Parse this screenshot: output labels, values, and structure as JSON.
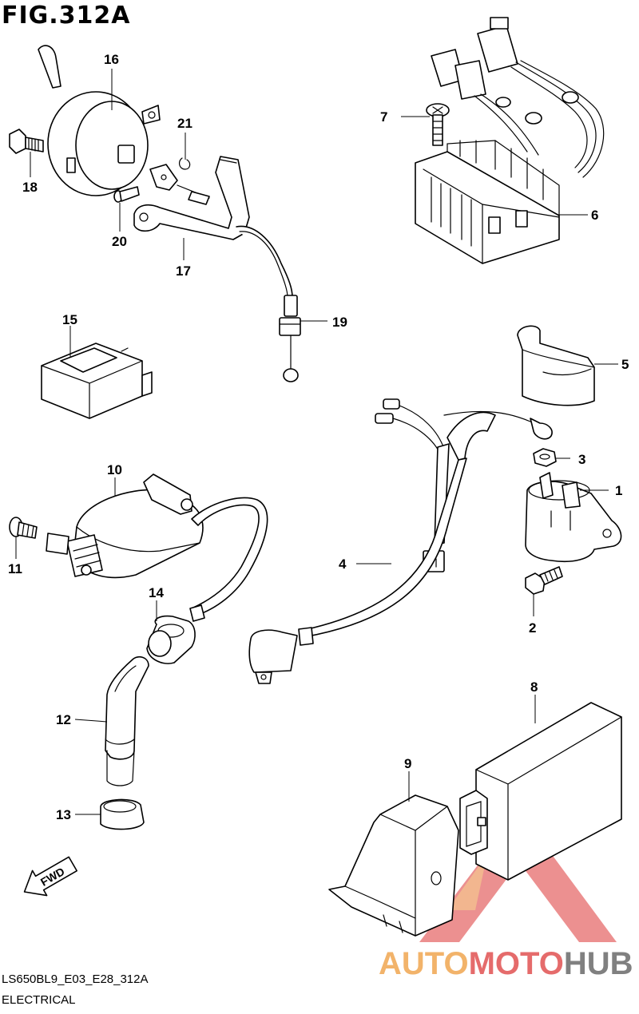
{
  "figure_title": "FIG.312A",
  "model_code": "LS650BL9_E03_E28_312A",
  "section": "ELECTRICAL",
  "fwd_label": "FWD",
  "watermark": {
    "part1": "AUTO",
    "part2": "MOTO",
    "part3": "HUB",
    "color_orange": "#f2b36a",
    "color_red": "#e56b6b",
    "color_gray": "#808080"
  },
  "callouts": {
    "c1": "1",
    "c2": "2",
    "c3": "3",
    "c4": "4",
    "c5": "5",
    "c6": "6",
    "c7": "7",
    "c8": "8",
    "c9": "9",
    "c10": "10",
    "c11": "11",
    "c12": "12",
    "c13": "13",
    "c14": "14",
    "c15": "15",
    "c16": "16",
    "c17": "17",
    "c18": "18",
    "c19": "19",
    "c20": "20",
    "c21": "21"
  }
}
